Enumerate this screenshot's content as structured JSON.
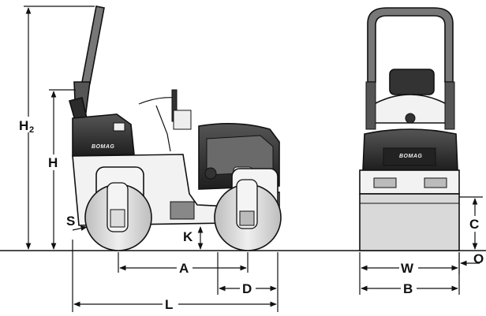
{
  "dimensions": {
    "H2": {
      "letter": "H",
      "subscript": "2"
    },
    "H": "H",
    "S": "S",
    "K": "K",
    "A": "A",
    "D": "D",
    "L": "L",
    "C": "C",
    "O": "O",
    "W": "W",
    "B": "B"
  },
  "brand": {
    "side_logo": "BOMAG",
    "front_logo": "BOMAG"
  },
  "colors": {
    "body_dark": "#2b2b2b",
    "body_mid": "#555555",
    "body_light": "#f2f2f2",
    "drum_gray": "#d9d9d9",
    "line": "#111111"
  }
}
